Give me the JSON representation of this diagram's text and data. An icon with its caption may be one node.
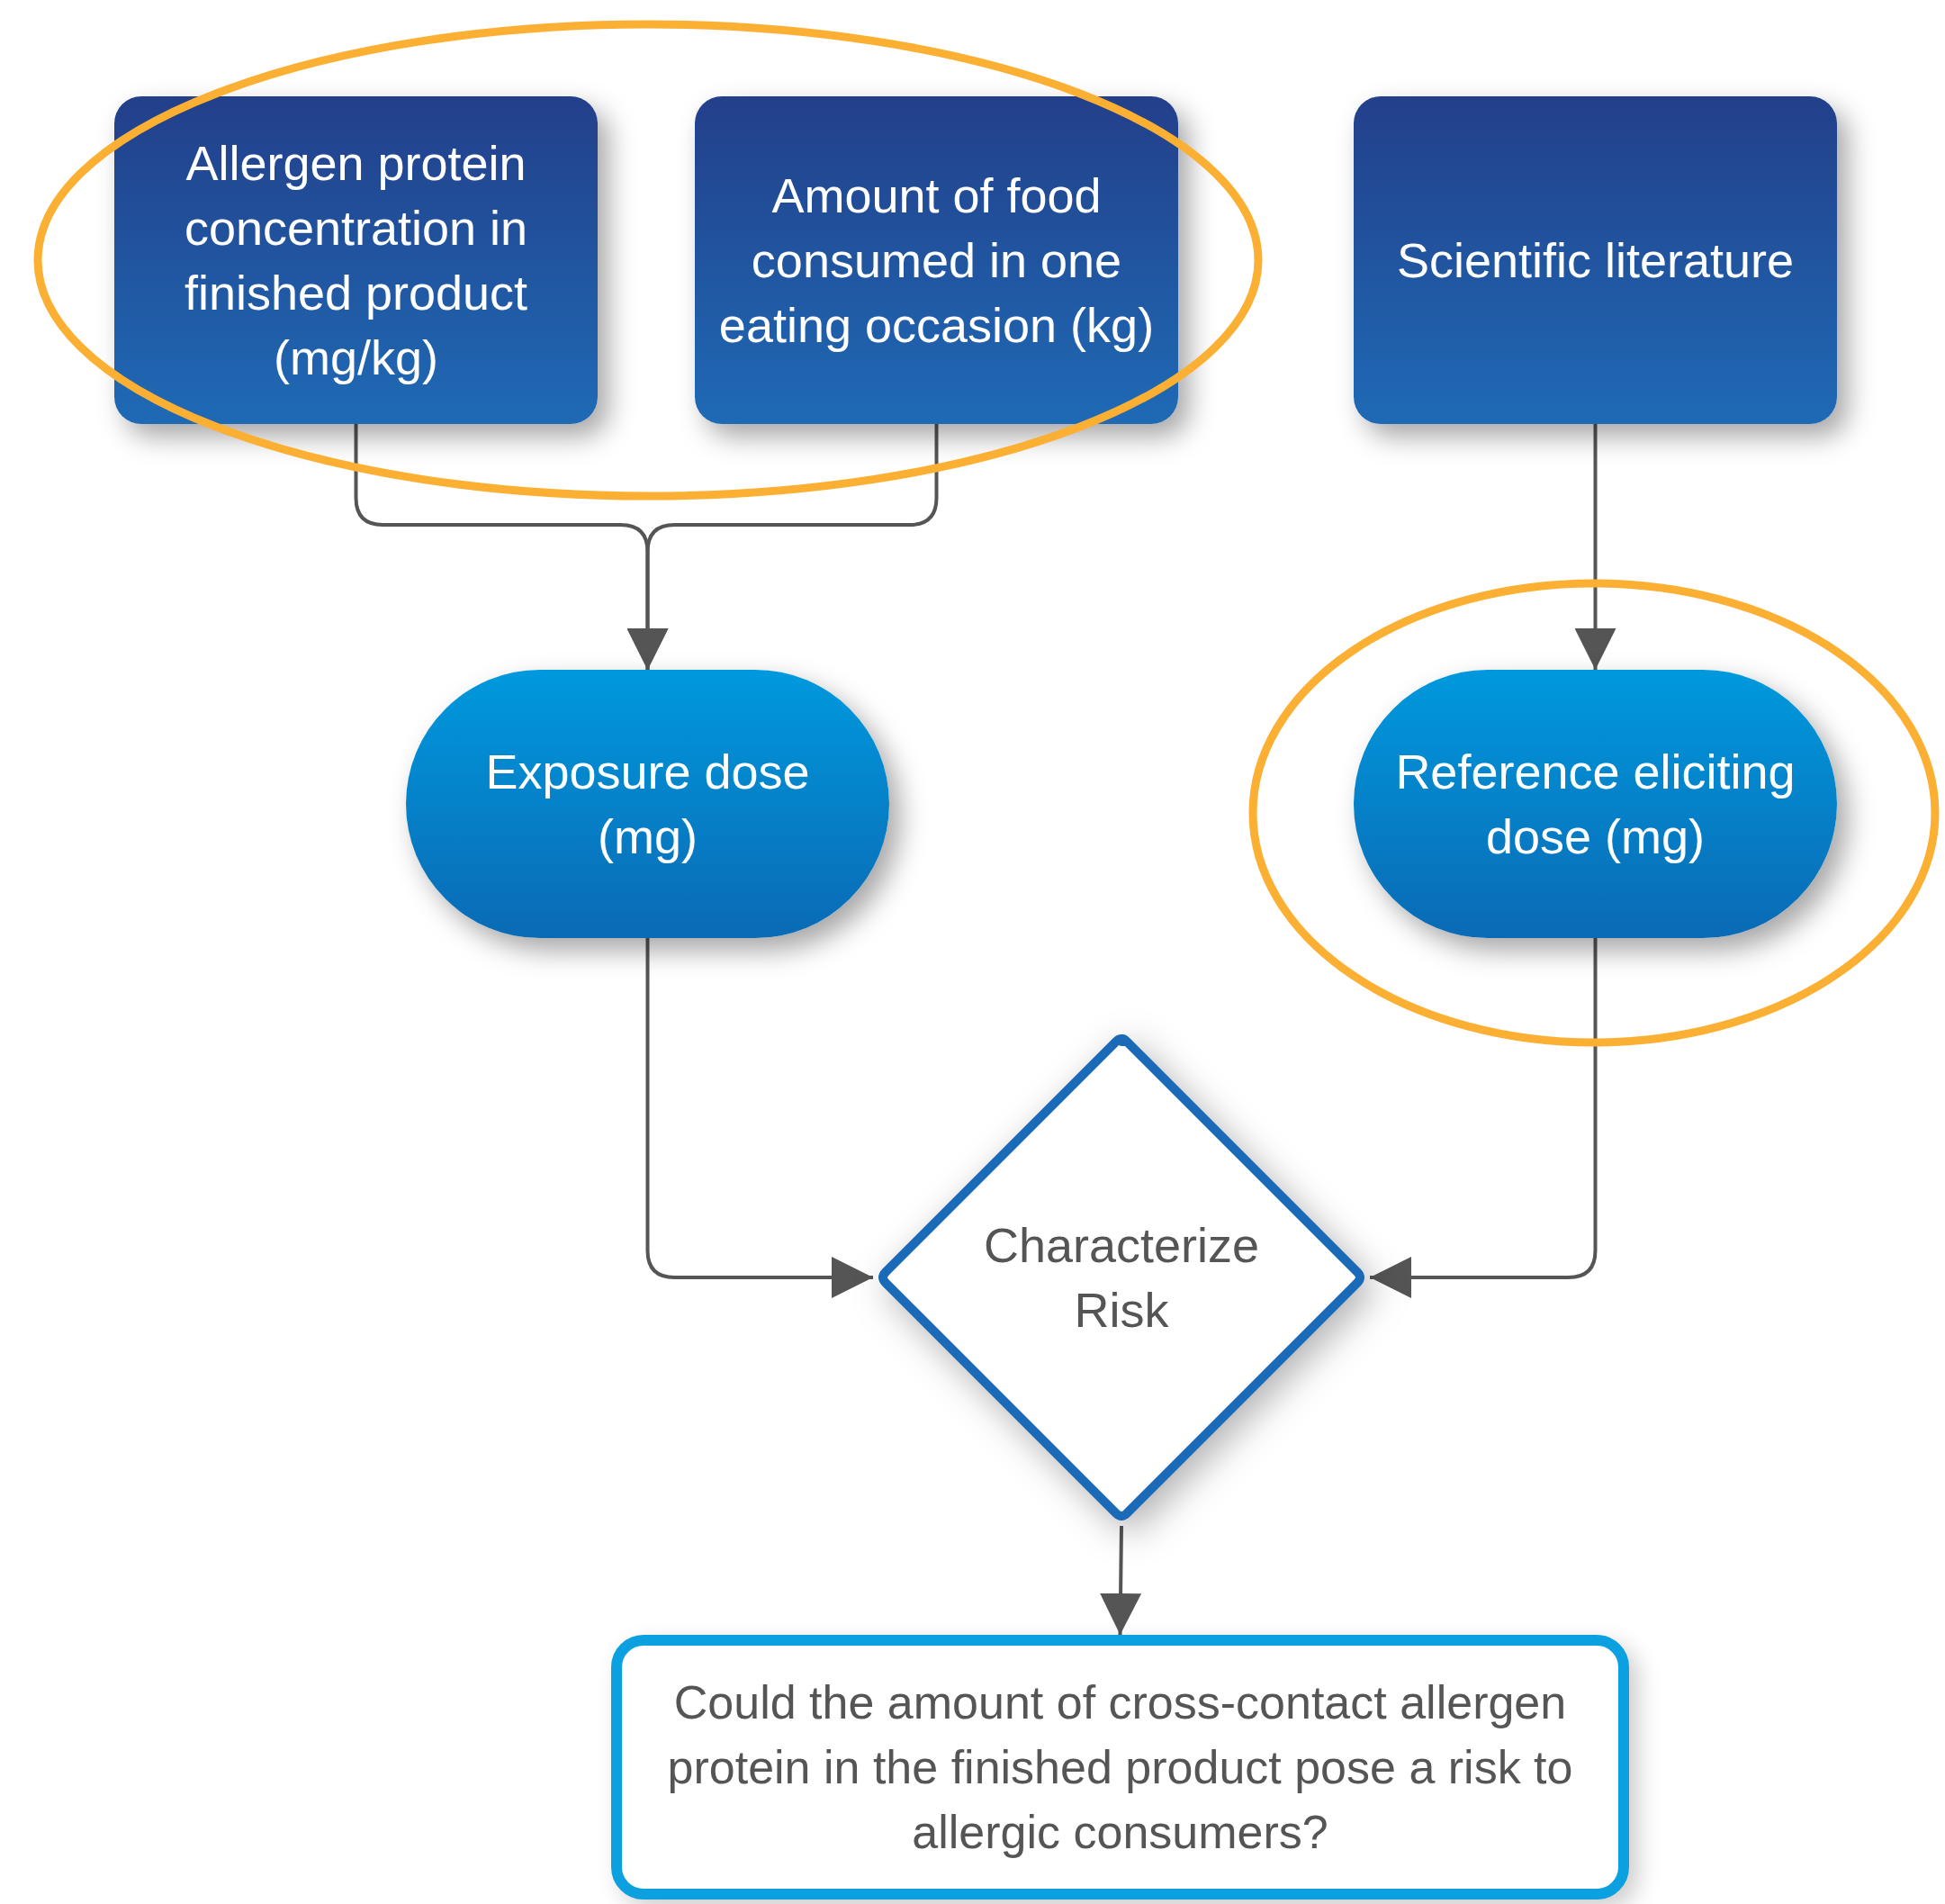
{
  "diagram": {
    "nodes": [
      {
        "text": [
          "Allergen protein concentration in finished product (mg/kg)"
        ]
      },
      {
        "text": [
          "Amount of food consumed in one eating occasion (kg)"
        ]
      },
      {
        "text": [
          "Scientific literature"
        ]
      },
      {
        "text": [
          "Exposure dose (mg)"
        ]
      },
      {
        "text": [
          "Reference eliciting dose (mg)"
        ]
      },
      {
        "text": [
          "Characterize Risk"
        ]
      },
      {
        "text": [
          "Could the amount of cross-contact allergen protein in the finished product pose a risk to allergic consumers?"
        ]
      }
    ],
    "edges": [
      {
        "from": 0,
        "to": 3,
        "arrow": "to"
      },
      {
        "from": 1,
        "to": 3,
        "arrow": "to"
      },
      {
        "from": 2,
        "to": 4,
        "arrow": "to"
      },
      {
        "from": 3,
        "to": 5,
        "arrow": "to"
      },
      {
        "from": 4,
        "to": 5,
        "arrow": "to"
      },
      {
        "from": 5,
        "to": 6,
        "arrow": "to"
      }
    ]
  }
}
